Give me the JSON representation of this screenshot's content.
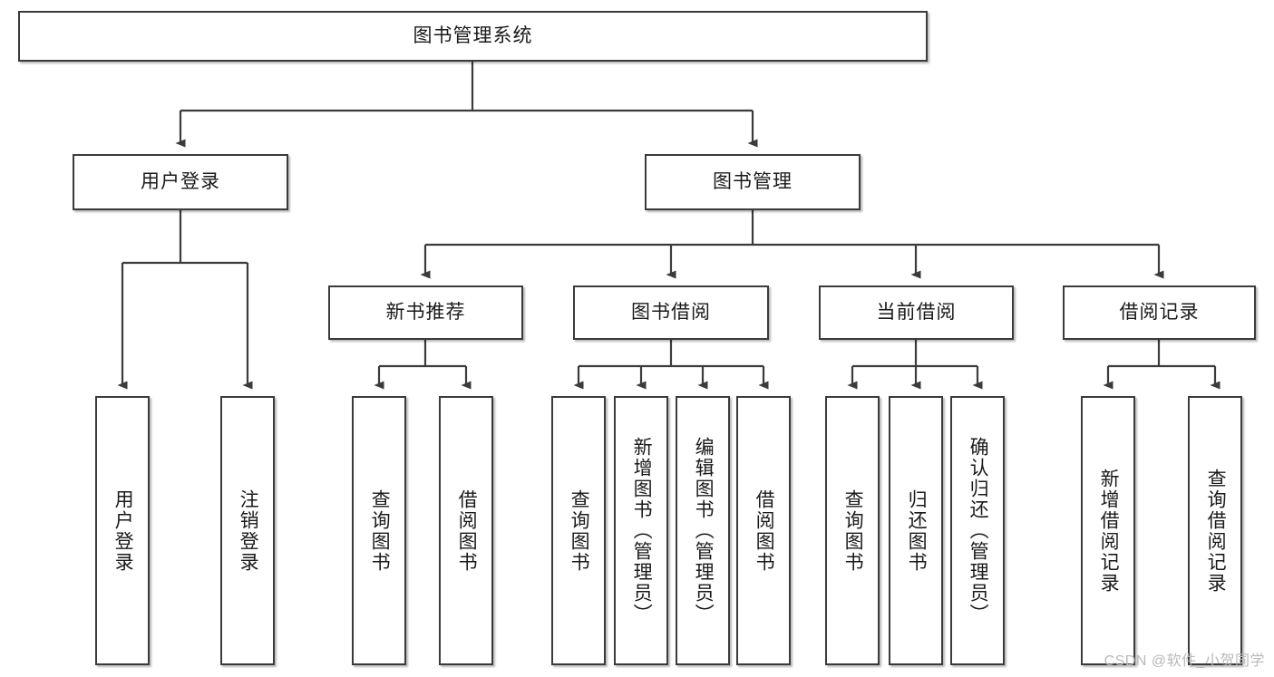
{
  "diagram": {
    "title_node": {
      "label": "图书管理系统"
    },
    "level2": [
      {
        "id": "user-login",
        "label": "用户登录"
      },
      {
        "id": "book-manage",
        "label": "图书管理"
      }
    ],
    "level3": [
      {
        "id": "new-book-recommend",
        "label": "新书推荐"
      },
      {
        "id": "book-borrow",
        "label": "图书借阅"
      },
      {
        "id": "current-borrow",
        "label": "当前借阅"
      },
      {
        "id": "borrow-record",
        "label": "借阅记录"
      }
    ],
    "leaves": [
      {
        "id": "leaf-user-login",
        "label": "用户登录"
      },
      {
        "id": "leaf-logout",
        "label": "注销登录"
      },
      {
        "id": "leaf-query-book-1",
        "label": "查询图书"
      },
      {
        "id": "leaf-borrow-book-1",
        "label": "借阅图书"
      },
      {
        "id": "leaf-query-book-2",
        "label": "查询图书"
      },
      {
        "id": "leaf-add-book",
        "label": "新增图书（管理员）"
      },
      {
        "id": "leaf-edit-book",
        "label": "编辑图书（管理员）"
      },
      {
        "id": "leaf-borrow-book-2",
        "label": "借阅图书"
      },
      {
        "id": "leaf-query-book-3",
        "label": "查询图书"
      },
      {
        "id": "leaf-return-book",
        "label": "归还图书"
      },
      {
        "id": "leaf-confirm-return",
        "label": "确认归还（管理员）"
      },
      {
        "id": "leaf-add-record",
        "label": "新增借阅记录"
      },
      {
        "id": "leaf-query-record",
        "label": "查询借阅记录"
      }
    ],
    "watermark": "CSDN @软件_小贺同学",
    "colors": {
      "stroke": "#3b3b3b",
      "text": "#1a1a1a",
      "background": "#ffffff",
      "watermark": "#b9b9b9"
    }
  }
}
